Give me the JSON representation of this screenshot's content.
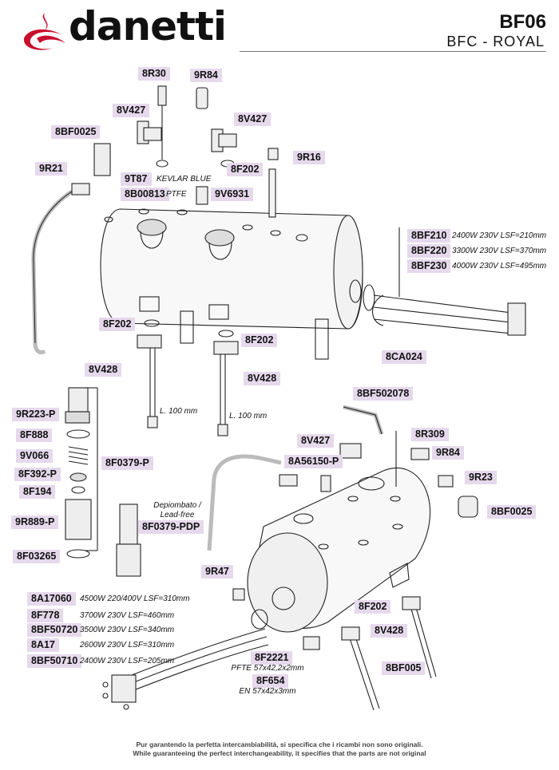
{
  "header": {
    "brand": "danetti",
    "model_code": "BF06",
    "model_name": "BFC - ROYAL"
  },
  "colors": {
    "logo_red": "#c8102e",
    "tag_bg": "#e6d9ec"
  },
  "parts": {
    "p_8r30": "8R30",
    "p_9r84_top": "9R84",
    "p_8v427_a": "8V427",
    "p_8v427_b": "8V427",
    "p_8bf0025_a": "8BF0025",
    "p_9r21": "9R21",
    "p_8f202_a": "8F202",
    "p_9r16": "9R16",
    "p_9t87": "9T87",
    "p_8b00813": "8B00813",
    "p_9v6931": "9V6931",
    "p_8bf210": "8BF210",
    "p_8bf220": "8BF220",
    "p_8bf230": "8BF230",
    "p_8f202_b": "8F202",
    "p_8f202_c": "8F202",
    "p_8v428_a": "8V428",
    "p_8v428_b": "8V428",
    "p_8ca024": "8CA024",
    "p_8bf502078": "8BF502078",
    "p_9r223p": "9R223-P",
    "p_8r309": "8R309",
    "p_8f888": "8F888",
    "p_8v427_c": "8V427",
    "p_9r84_b": "9R84",
    "p_9v066": "9V066",
    "p_8f0379p": "8F0379-P",
    "p_8a56150p": "8A56150-P",
    "p_8f392p": "8F392-P",
    "p_9r23": "9R23",
    "p_8f194": "8F194",
    "p_8bf0025_b": "8BF0025",
    "p_9r889p": "9R889-P",
    "p_8f0379pdp": "8F0379-PDP",
    "p_8f03265": "8F03265",
    "p_9r47": "9R47",
    "p_8a17060": "8A17060",
    "p_8f778": "8F778",
    "p_8f202_d": "8F202",
    "p_8bf50720": "8BF50720",
    "p_8v428_c": "8V428",
    "p_8a17": "8A17",
    "p_8bf50710": "8BF50710",
    "p_8f2221": "8F2221",
    "p_8bf005": "8BF005",
    "p_8f654": "8F654"
  },
  "notes": {
    "n_9t87": "KEVLAR BLUE",
    "n_8b00813": "PTFE",
    "n_8bf210": "2400W 230V LSF=210mm",
    "n_8bf220": "3300W 230V LSF=370mm",
    "n_8bf230": "4000W 230V LSF=495mm",
    "n_l100_a": "L. 100 mm",
    "n_l100_b": "L. 100 mm",
    "n_depiombato": "Depiombato /",
    "n_leadfree": "Lead-free",
    "n_8a17060": "4500W 220/400V LSF=310mm",
    "n_8f778": "3700W 230V LSF=460mm",
    "n_8bf50720": "3500W 230V LSF=340mm",
    "n_8a17": "2600W 230V LSF=310mm",
    "n_8bf50710": "2400W 230V LSF=205mm",
    "n_8f2221": "PFTE 57x42,2x2mm",
    "n_8f654": "EN 57x42x3mm"
  },
  "footer": {
    "line1": "Pur garantendo la perfetta intercambiabilità, si specifica che i ricambi non sono originali.",
    "line2": "While guaranteeing the perfect interchangeability, it specifies that the parts are not original"
  }
}
